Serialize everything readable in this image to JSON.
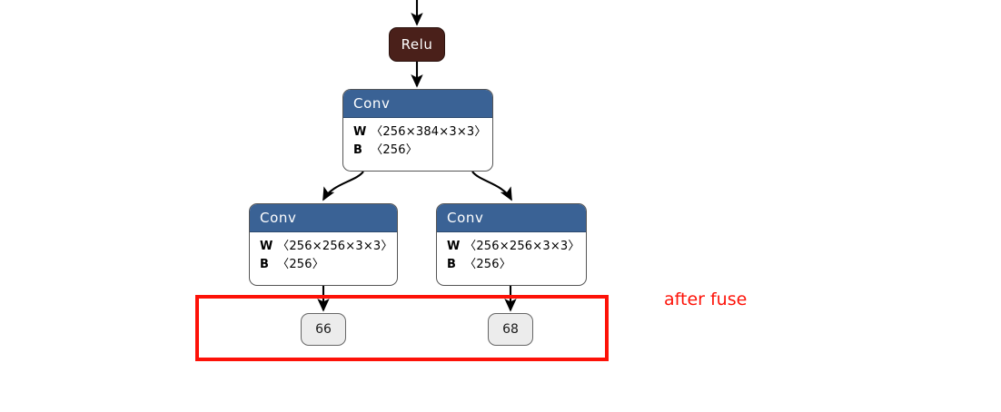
{
  "diagram": {
    "type": "neural-network-graph",
    "background_color": "#ffffff",
    "nodes": {
      "relu": {
        "label": "Relu",
        "fill_color": "#4a201a",
        "text_color": "#ffffff"
      },
      "conv_main": {
        "title": "Conv",
        "header_color": "#3a6295",
        "params": [
          {
            "key": "W",
            "value": "〈256×384×3×3〉"
          },
          {
            "key": "B",
            "value": "〈256〉"
          }
        ]
      },
      "conv_left": {
        "title": "Conv",
        "header_color": "#3a6295",
        "params": [
          {
            "key": "W",
            "value": "〈256×256×3×3〉"
          },
          {
            "key": "B",
            "value": "〈256〉"
          }
        ]
      },
      "conv_right": {
        "title": "Conv",
        "header_color": "#3a6295",
        "params": [
          {
            "key": "W",
            "value": "〈256×256×3×3〉"
          },
          {
            "key": "B",
            "value": "〈256〉"
          }
        ]
      },
      "out_left": {
        "label": "66",
        "fill_color": "#ececec"
      },
      "out_right": {
        "label": "68",
        "fill_color": "#ececec"
      }
    },
    "annotation": {
      "label": "after fuse",
      "color": "#fd1208",
      "box_color": "#fd1208"
    }
  }
}
